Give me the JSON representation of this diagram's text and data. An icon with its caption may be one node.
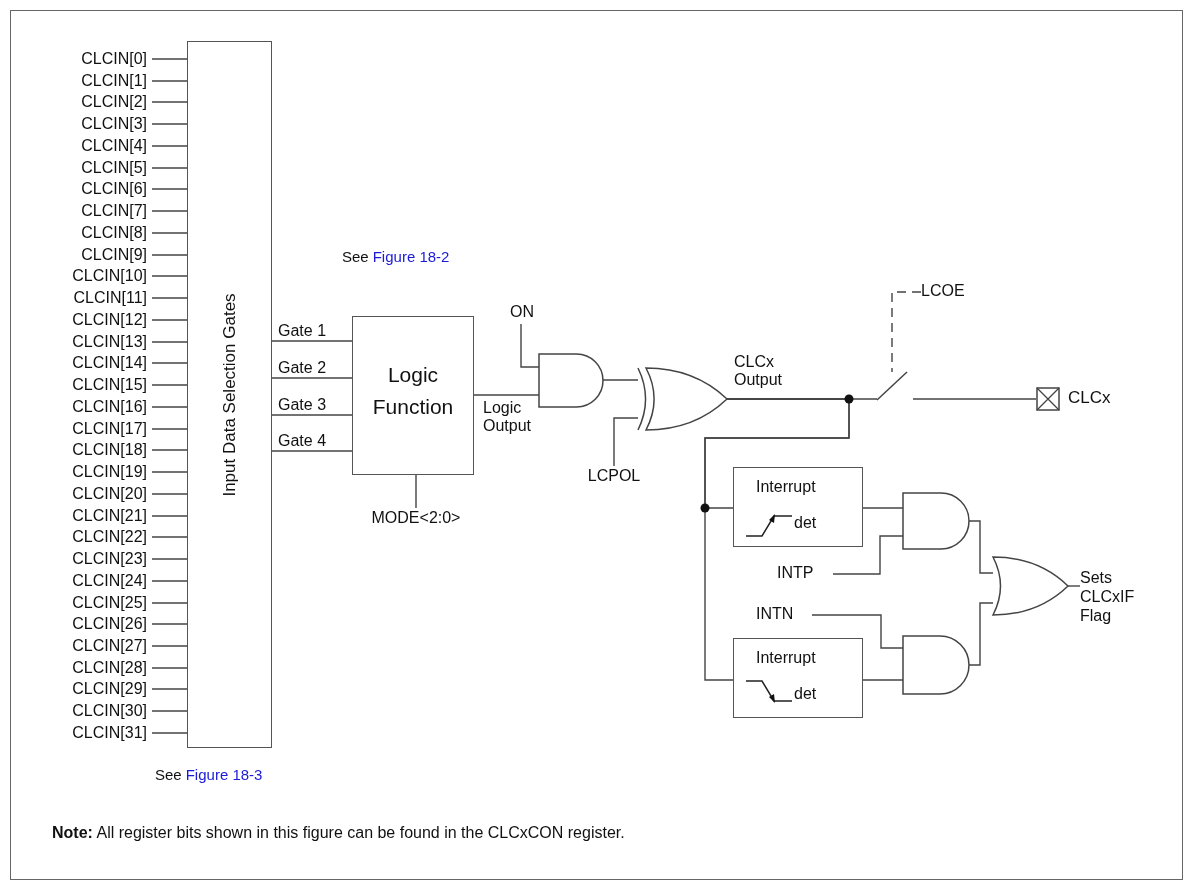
{
  "diagram": {
    "nodes": [
      {
        "text": [
          "CLCIN[0]"
        ]
      },
      {
        "text": [
          "CLCIN[1]"
        ]
      },
      {
        "text": [
          "CLCIN[2]"
        ]
      },
      {
        "text": [
          "CLCIN[3]"
        ]
      },
      {
        "text": [
          "CLCIN[4]"
        ]
      },
      {
        "text": [
          "CLCIN[5]"
        ]
      },
      {
        "text": [
          "CLCIN[6]"
        ]
      },
      {
        "text": [
          "CLCIN[7]"
        ]
      },
      {
        "text": [
          "CLCIN[8]"
        ]
      },
      {
        "text": [
          "CLCIN[9]"
        ]
      },
      {
        "text": [
          "CLCIN[10]"
        ]
      },
      {
        "text": [
          "CLCIN[11]"
        ]
      },
      {
        "text": [
          "CLCIN[12]"
        ]
      },
      {
        "text": [
          "CLCIN[13]"
        ]
      },
      {
        "text": [
          "CLCIN[14]"
        ]
      },
      {
        "text": [
          "CLCIN[15]"
        ]
      },
      {
        "text": [
          "CLCIN[16]"
        ]
      },
      {
        "text": [
          "CLCIN[17]"
        ]
      },
      {
        "text": [
          "CLCIN[18]"
        ]
      },
      {
        "text": [
          "CLCIN[19]"
        ]
      },
      {
        "text": [
          "CLCIN[20]"
        ]
      },
      {
        "text": [
          "CLCIN[21]"
        ]
      },
      {
        "text": [
          "CLCIN[22]"
        ]
      },
      {
        "text": [
          "CLCIN[23]"
        ]
      },
      {
        "text": [
          "CLCIN[24]"
        ]
      },
      {
        "text": [
          "CLCIN[25]"
        ]
      },
      {
        "text": [
          "CLCIN[26]"
        ]
      },
      {
        "text": [
          "CLCIN[27]"
        ]
      },
      {
        "text": [
          "CLCIN[28]"
        ]
      },
      {
        "text": [
          "CLCIN[29]"
        ]
      },
      {
        "text": [
          "CLCIN[30]"
        ]
      },
      {
        "text": [
          "CLCIN[31]"
        ]
      },
      {
        "text": [
          "Input Data Selection Gates"
        ],
        "beside": [
          "See",
          "Figure 18-3"
        ]
      },
      {
        "text": [
          "Logic Function"
        ],
        "beside": [
          "See",
          "Figure 18-2"
        ]
      },
      {
        "text": [],
        "shape": "and"
      },
      {
        "text": [
          "ON"
        ]
      },
      {
        "text": [],
        "shape": "xor"
      },
      {
        "text": [
          "LCPOL"
        ]
      },
      {
        "text": [],
        "shape": "switch"
      },
      {
        "text": [
          "LCOE"
        ]
      },
      {
        "text": [
          "CLCx"
        ]
      },
      {
        "text": [
          "Interrupt",
          "det"
        ]
      },
      {
        "text": [
          "Interrupt",
          "det"
        ]
      },
      {
        "text": [],
        "shape": "and"
      },
      {
        "text": [
          "INTP"
        ]
      },
      {
        "text": [
          "INTN"
        ]
      },
      {
        "text": [],
        "shape": "and"
      },
      {
        "text": [],
        "shape": "or"
      },
      {
        "text": [
          "Sets CLCxIF Flag"
        ]
      },
      {
        "text": [
          "MODE<2:0>"
        ]
      }
    ],
    "edges": [
      {
        "from": 0,
        "to": 32,
        "arrow": "none"
      },
      {
        "from": 1,
        "to": 32,
        "arrow": "none"
      },
      {
        "from": 2,
        "to": 32,
        "arrow": "none"
      },
      {
        "from": 3,
        "to": 32,
        "arrow": "none"
      },
      {
        "from": 4,
        "to": 32,
        "arrow": "none"
      },
      {
        "from": 5,
        "to": 32,
        "arrow": "none"
      },
      {
        "from": 6,
        "to": 32,
        "arrow": "none"
      },
      {
        "from": 7,
        "to": 32,
        "arrow": "none"
      },
      {
        "from": 8,
        "to": 32,
        "arrow": "none"
      },
      {
        "from": 9,
        "to": 32,
        "arrow": "none"
      },
      {
        "from": 10,
        "to": 32,
        "arrow": "none"
      },
      {
        "from": 11,
        "to": 32,
        "arrow": "none"
      },
      {
        "from": 12,
        "to": 32,
        "arrow": "none"
      },
      {
        "from": 13,
        "to": 32,
        "arrow": "none"
      },
      {
        "from": 14,
        "to": 32,
        "arrow": "none"
      },
      {
        "from": 15,
        "to": 32,
        "arrow": "none"
      },
      {
        "from": 16,
        "to": 32,
        "arrow": "none"
      },
      {
        "from": 17,
        "to": 32,
        "arrow": "none"
      },
      {
        "from": 18,
        "to": 32,
        "arrow": "none"
      },
      {
        "from": 19,
        "to": 32,
        "arrow": "none"
      },
      {
        "from": 20,
        "to": 32,
        "arrow": "none"
      },
      {
        "from": 21,
        "to": 32,
        "arrow": "none"
      },
      {
        "from": 22,
        "to": 32,
        "arrow": "none"
      },
      {
        "from": 23,
        "to": 32,
        "arrow": "none"
      },
      {
        "from": 24,
        "to": 32,
        "arrow": "none"
      },
      {
        "from": 25,
        "to": 32,
        "arrow": "none"
      },
      {
        "from": 26,
        "to": 32,
        "arrow": "none"
      },
      {
        "from": 27,
        "to": 32,
        "arrow": "none"
      },
      {
        "from": 28,
        "to": 32,
        "arrow": "none"
      },
      {
        "from": 29,
        "to": 32,
        "arrow": "none"
      },
      {
        "from": 30,
        "to": 32,
        "arrow": "none"
      },
      {
        "from": 31,
        "to": 32,
        "arrow": "none"
      },
      {
        "from": 32,
        "to": 33,
        "label": "Gate 1",
        "arrow": "none"
      },
      {
        "from": 32,
        "to": 33,
        "label": "Gate 2",
        "arrow": "none"
      },
      {
        "from": 32,
        "to": 33,
        "label": "Gate 3",
        "arrow": "none"
      },
      {
        "from": 32,
        "to": 33,
        "label": "Gate 4",
        "arrow": "none"
      },
      {
        "from": 33,
        "to": 34,
        "label": "Logic Output",
        "arrow": "none"
      },
      {
        "from": 35,
        "to": 34,
        "arrow": "none"
      },
      {
        "from": 34,
        "to": 36,
        "arrow": "none"
      },
      {
        "from": 37,
        "to": 36,
        "arrow": "none"
      },
      {
        "from": 36,
        "to": 38,
        "label": "CLCx Output",
        "arrow": "none"
      },
      {
        "from": 39,
        "to": 38,
        "arrow": "none",
        "style": "dashed"
      },
      {
        "from": 38,
        "to": 40,
        "arrow": "none"
      },
      {
        "from": 36,
        "to": 41,
        "arrow": "none"
      },
      {
        "from": 36,
        "to": 42,
        "arrow": "none"
      },
      {
        "from": 41,
        "to": 43,
        "arrow": "none"
      },
      {
        "from": 44,
        "to": 43,
        "arrow": "none"
      },
      {
        "from": 45,
        "to": 46,
        "arrow": "none"
      },
      {
        "from": 42,
        "to": 46,
        "arrow": "none"
      },
      {
        "from": 43,
        "to": 47,
        "arrow": "none"
      },
      {
        "from": 46,
        "to": 47,
        "arrow": "none"
      },
      {
        "from": 47,
        "to": 48,
        "arrow": "none"
      },
      {
        "from": 49,
        "to": 33,
        "arrow": "none"
      }
    ],
    "labels": [
      "**Note:** All register bits shown in this figure can be found in the CLCxCON register."
    ]
  }
}
